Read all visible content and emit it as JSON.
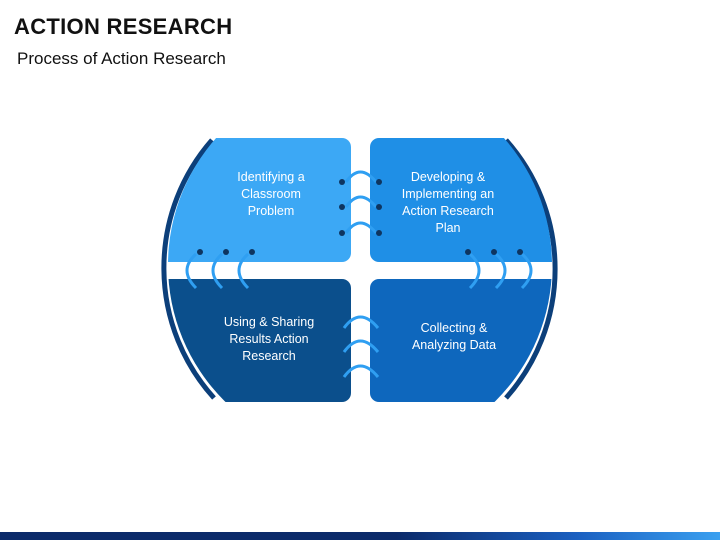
{
  "header": {
    "title": "ACTION RESEARCH",
    "subtitle": "Process of Action Research"
  },
  "colors": {
    "top_left": "#3ca8f5",
    "top_right": "#1f8fe6",
    "bottom_left": "#0b4f8c",
    "bottom_right": "#0e67bd",
    "outline": "#0c3f7a",
    "ring": "#2f9ff2",
    "hole": "#0e3560"
  },
  "steps": [
    {
      "label": "Identifying a\nClassroom\nProblem"
    },
    {
      "label": "Developing &\nImplementing an\nAction Research\nPlan"
    },
    {
      "label": "Collecting &\nAnalyzing Data"
    },
    {
      "label": "Using & Sharing\nResults Action\nResearch"
    }
  ]
}
